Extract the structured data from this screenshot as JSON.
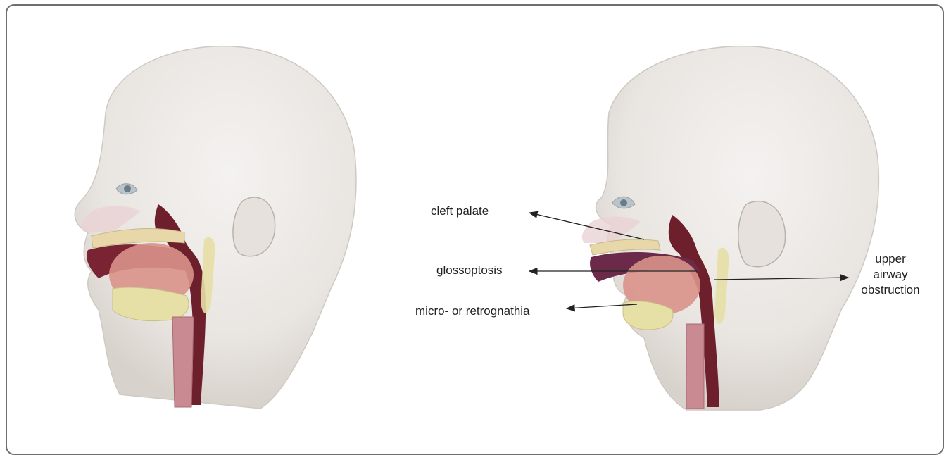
{
  "labels": {
    "cleft_palate": "cleft palate",
    "glossoptosis": "glossoptosis",
    "retrognathia": "micro- or retrognathia",
    "airway_line1": "upper",
    "airway_line2": "airway",
    "airway_line3": "obstruction"
  },
  "colors": {
    "skin": "#ece8e5",
    "skin_shadow": "#d9d4cf",
    "airway": "#6e1f2c",
    "tongue": "#d9928a",
    "bone": "#e6dfa6",
    "pharynx": "#c98a92",
    "palate": "#e8d7a8",
    "frame": "#6f6f6f",
    "text": "#222222"
  }
}
